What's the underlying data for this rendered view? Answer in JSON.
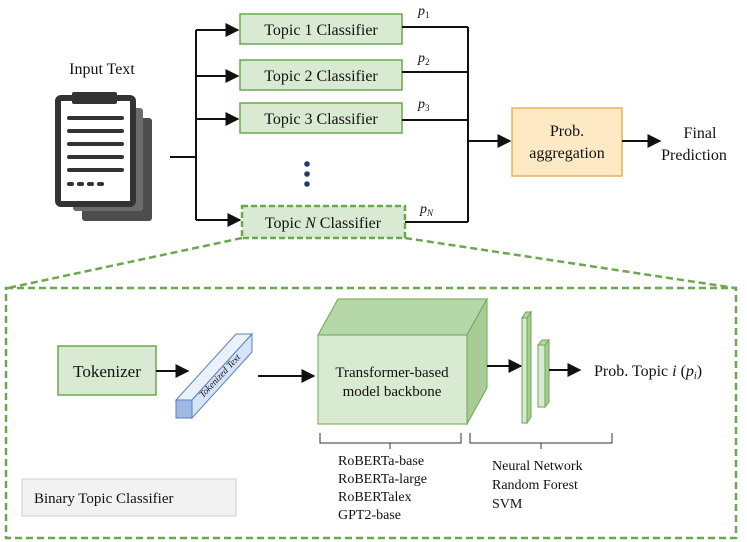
{
  "top": {
    "input_label": "Input Text",
    "classifiers": [
      {
        "prefix": "Topic 1",
        "suffix": " Classifier",
        "prob_base": "p",
        "prob_sub": "1"
      },
      {
        "prefix": "Topic 2",
        "suffix": " Classifier",
        "prob_base": "p",
        "prob_sub": "2"
      },
      {
        "prefix": "Topic 3",
        "suffix": " Classifier",
        "prob_base": "p",
        "prob_sub": "3"
      }
    ],
    "last_classifier": {
      "prefix": "Topic ",
      "var": "N",
      "suffix": " Classifier",
      "prob_base": "p",
      "prob_sub": "N"
    },
    "aggregation": {
      "line1": "Prob.",
      "line2": "aggregation"
    },
    "final": {
      "line1": "Final",
      "line2": "Prediction"
    }
  },
  "detail": {
    "tokenizer": "Tokenizer",
    "tokenized_text": "Tokenized Text",
    "backbone": {
      "line1": "Transformer-based",
      "line2": "model backbone"
    },
    "output": {
      "prefix": "Prob. Topic ",
      "var": "i",
      "paren_open": " (",
      "prob_base": "p",
      "prob_sub": "i",
      "paren_close": ")"
    },
    "backbone_models": [
      "RoBERTa-base",
      "RoBERTa-large",
      "RoBERTalex",
      "GPT2-base"
    ],
    "heads": [
      "Neural Network",
      "Random Forest",
      "SVM"
    ],
    "panel_label": "Binary Topic Classifier"
  },
  "colors": {
    "green_fill": "#d9ead3",
    "green_stroke": "#6aa84f",
    "green_dark": "#b6d7a8",
    "green_side": "#a9cc97",
    "orange_fill": "#fde9c4",
    "orange_stroke": "#e6b35a",
    "blue_fill": "#d6e4f7",
    "blue_stroke": "#5b7fbf",
    "dots": "#1f3b73",
    "panel_label_fill": "#f2f2f2"
  }
}
